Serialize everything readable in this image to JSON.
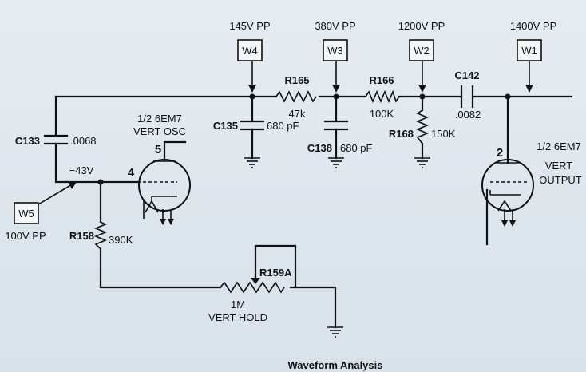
{
  "waveform_points": {
    "w4": {
      "label": "W4",
      "amplitude": "145V PP"
    },
    "w3": {
      "label": "W3",
      "amplitude": "380V PP"
    },
    "w2": {
      "label": "W2",
      "amplitude": "1200V PP"
    },
    "w1": {
      "label": "W1",
      "amplitude": "1400V PP"
    },
    "w5": {
      "label": "W5",
      "amplitude": "100V PP"
    }
  },
  "components": {
    "r165": {
      "name": "R165",
      "value": "47k"
    },
    "r166": {
      "name": "R166",
      "value": "100K"
    },
    "c142": {
      "name": "C142",
      "value": ".0082"
    },
    "c135": {
      "name": "C135",
      "value": "680 pF"
    },
    "c138": {
      "name": "C138",
      "value": "680 pF"
    },
    "r168": {
      "name": "R168",
      "value": "150K"
    },
    "c133": {
      "name": "C133",
      "value": ".0068"
    },
    "r158": {
      "name": "R158",
      "value": "390K"
    },
    "r159a": {
      "name": "R159A",
      "value": "1M",
      "function": "VERT HOLD"
    }
  },
  "tubes": {
    "osc": {
      "type": "1/2 6EM7",
      "function": "VERT  OSC",
      "pin_plate": "5",
      "pin_grid": "4"
    },
    "output": {
      "type": "1/2 6EM7",
      "function_line1": "VERT",
      "function_line2": "OUTPUT",
      "pin": "2"
    }
  },
  "grid_voltage": "−43V",
  "caption": "Waveform Analysis"
}
